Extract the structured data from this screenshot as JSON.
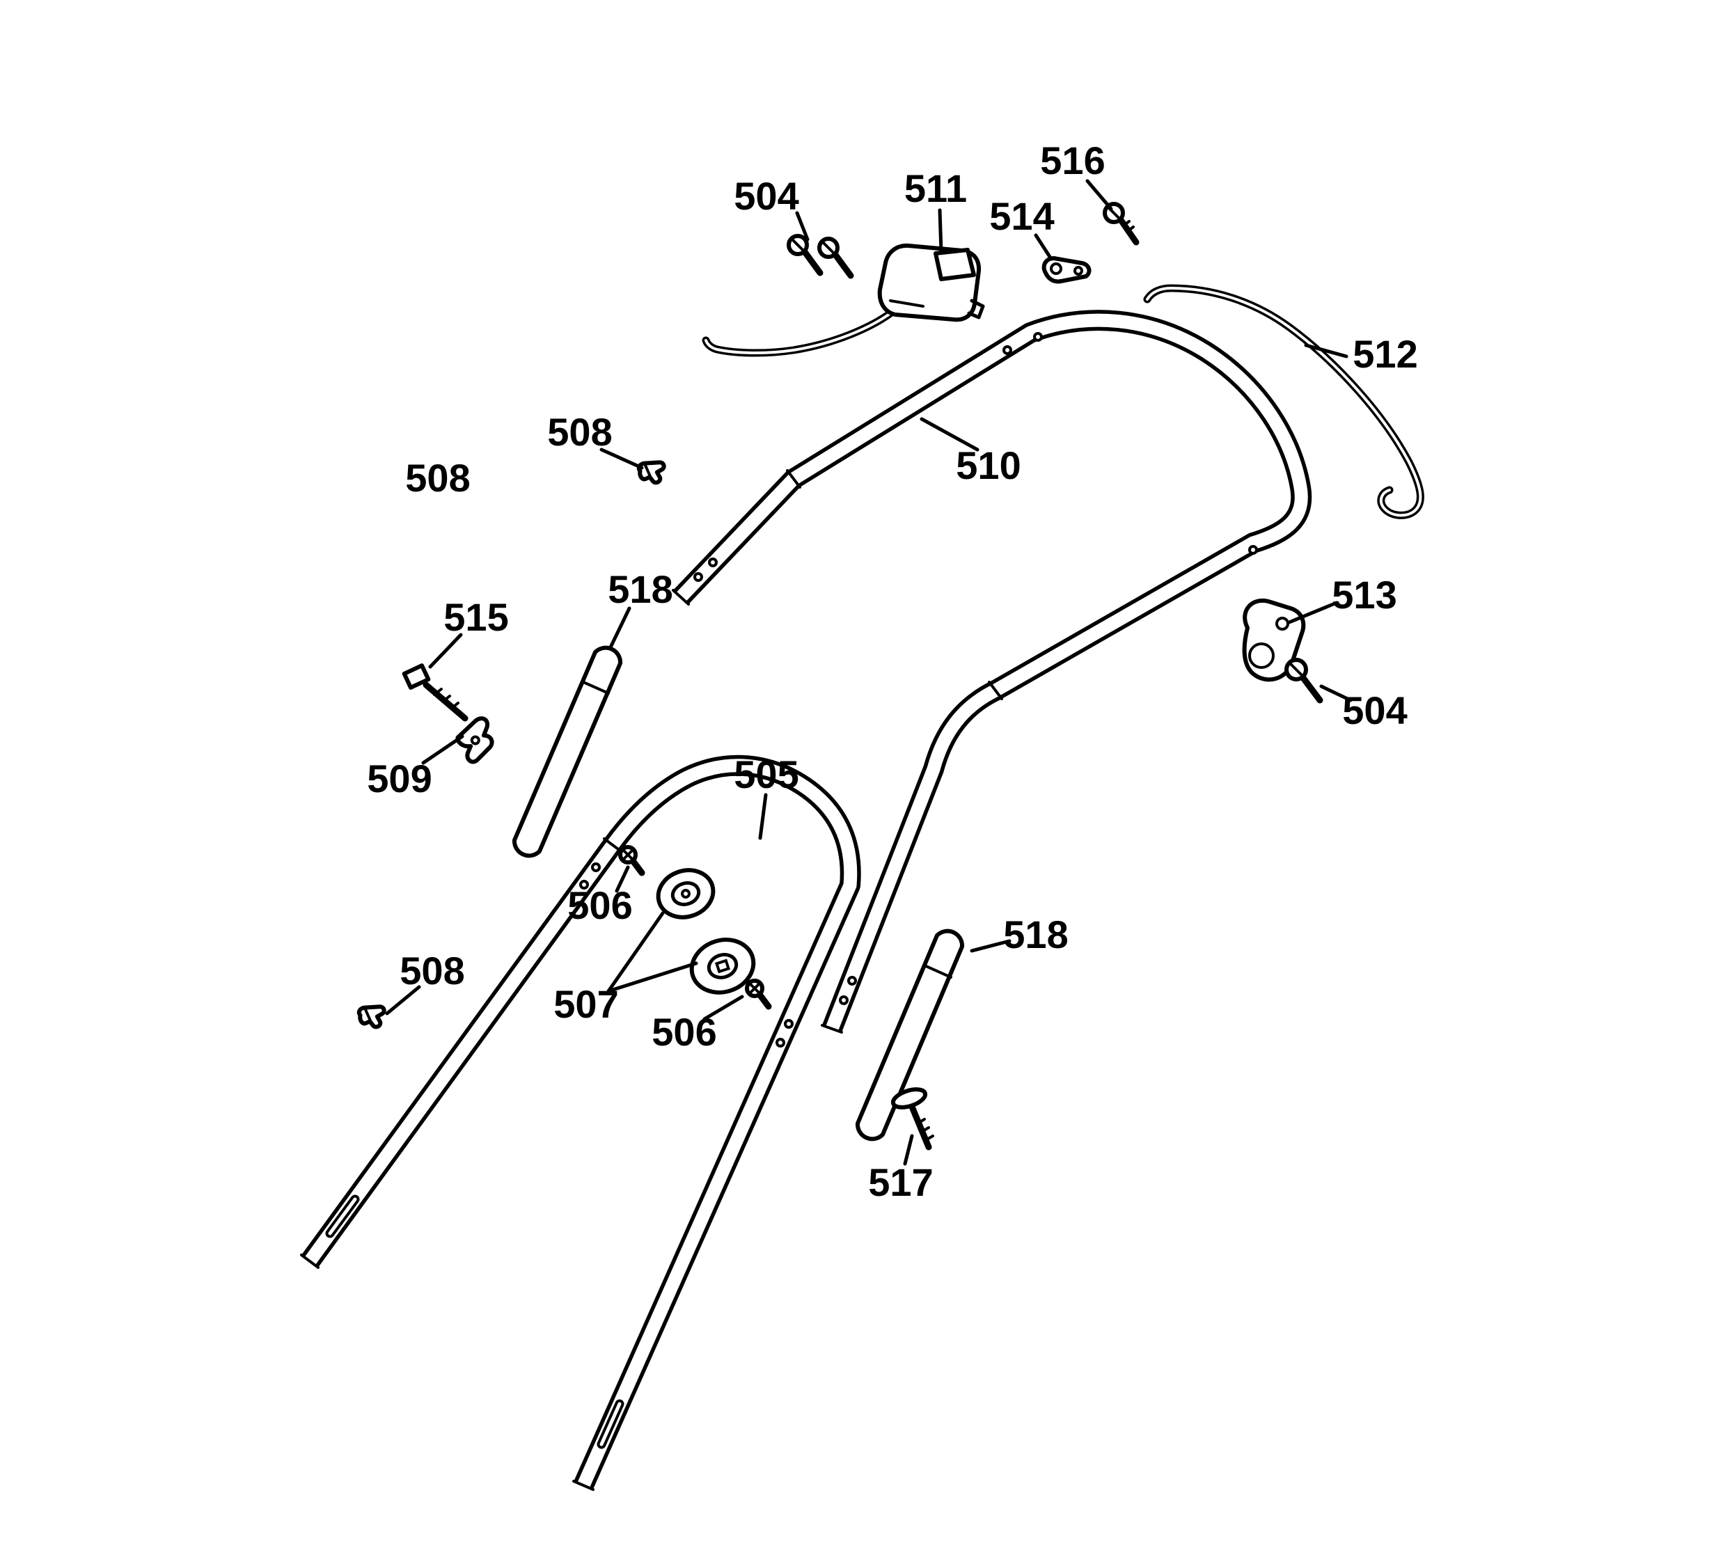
{
  "diagram": {
    "background": "#ffffff",
    "ink": "#000000",
    "labels": [
      {
        "text": "504"
      },
      {
        "text": "511"
      },
      {
        "text": "516"
      },
      {
        "text": "514"
      },
      {
        "text": "512"
      },
      {
        "text": "508"
      },
      {
        "text": "508"
      },
      {
        "text": "510"
      },
      {
        "text": "518"
      },
      {
        "text": "515"
      },
      {
        "text": "513"
      },
      {
        "text": "504"
      },
      {
        "text": "509"
      },
      {
        "text": "505"
      },
      {
        "text": "506"
      },
      {
        "text": "507"
      },
      {
        "text": "508"
      },
      {
        "text": "518"
      },
      {
        "text": "506"
      },
      {
        "text": "517"
      }
    ]
  }
}
